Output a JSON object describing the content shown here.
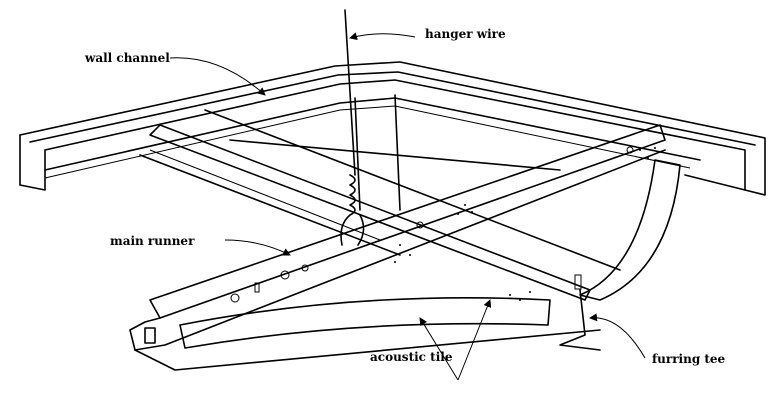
{
  "labels": {
    "hanger_wire": "hanger wire",
    "wall_channel": "wall channel",
    "main_runner": "main runner",
    "acoustic_tile": "acoustic tile",
    "furring_tee": "furring tee"
  }
}
